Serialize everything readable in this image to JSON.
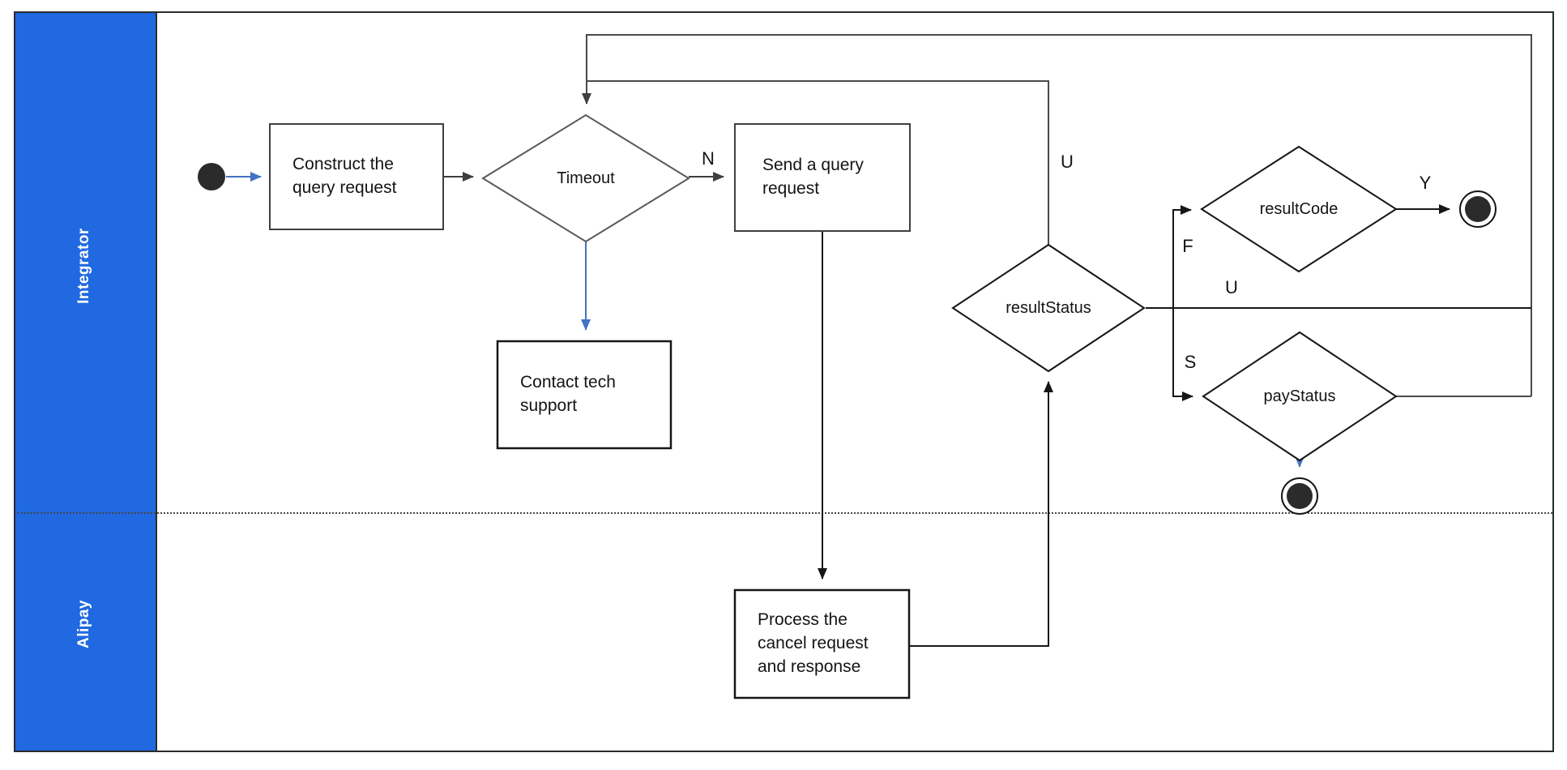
{
  "diagram": {
    "lanes": [
      {
        "label": "Integrator"
      },
      {
        "label": "Alipay"
      }
    ],
    "nodes": {
      "construct": {
        "label": "Construct the\nquery request"
      },
      "timeout": {
        "label": "Timeout"
      },
      "send": {
        "label": "Send a query\nrequest"
      },
      "contact": {
        "label": "Contact tech\nsupport"
      },
      "process": {
        "label": "Process the\ncancel request\nand response"
      },
      "result_status": {
        "label": "resultStatus"
      },
      "result_code": {
        "label": "resultCode"
      },
      "pay_status": {
        "label": "payStatus"
      }
    },
    "edge_labels": {
      "timeout_no": "N",
      "result_status_unknown_top": "U",
      "result_status_unknown_right": "U",
      "result_status_fail": "F",
      "result_status_success": "S",
      "result_code_yes": "Y"
    },
    "colors": {
      "lane_fill": "#2069e0",
      "flow_blue": "#4472c4",
      "line_dark": "#3f3f3f",
      "line_black": "#161616",
      "line_gray": "#4a4a4a"
    }
  }
}
